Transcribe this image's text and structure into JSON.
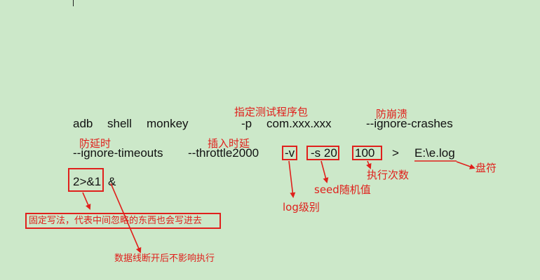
{
  "command": {
    "line1": {
      "adb": "adb",
      "shell": "shell",
      "monkey": "monkey",
      "p_flag": "-p",
      "package": "com.xxx.xxx",
      "ignore_crashes": "--ignore-crashes"
    },
    "line2": {
      "ignore_timeouts": "--ignore-timeouts",
      "throttle": "--throttle2000",
      "v_flag": "-v",
      "seed": "-s 20",
      "count": "100",
      "redirect": ">",
      "log_path": "E:\\e.log"
    },
    "line3": {
      "redirect_stderr": "2>&1",
      "background": "&"
    }
  },
  "annotations": {
    "package_note": "指定测试程序包",
    "crash_note": "防崩溃",
    "timeout_note": "防延时",
    "throttle_note": "插入时延",
    "count_note": "执行次数",
    "drive_note": "盘符",
    "seed_note": "seed随机值",
    "log_level_note": "log级别",
    "stderr_note": "固定写法，代表中间忽略的东西也会写进去",
    "background_note": "数据线断开后不影响执行"
  },
  "colors": {
    "background": "#cce8c9",
    "annotation": "#e0201c",
    "text": "#111111"
  }
}
